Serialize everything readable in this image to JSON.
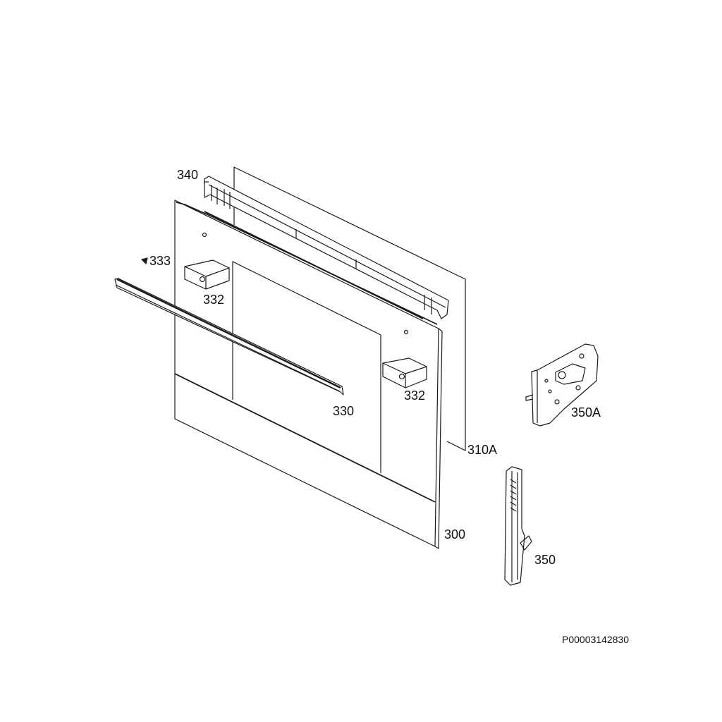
{
  "diagram": {
    "part_labels": {
      "p340": "340",
      "p333": "333",
      "p332a": "332",
      "p332b": "332",
      "p330": "330",
      "p310A": "310A",
      "p300": "300",
      "p350A": "350A",
      "p350": "350"
    },
    "drawing_code": "P00003142830",
    "line_color": "#1a1a1a"
  }
}
